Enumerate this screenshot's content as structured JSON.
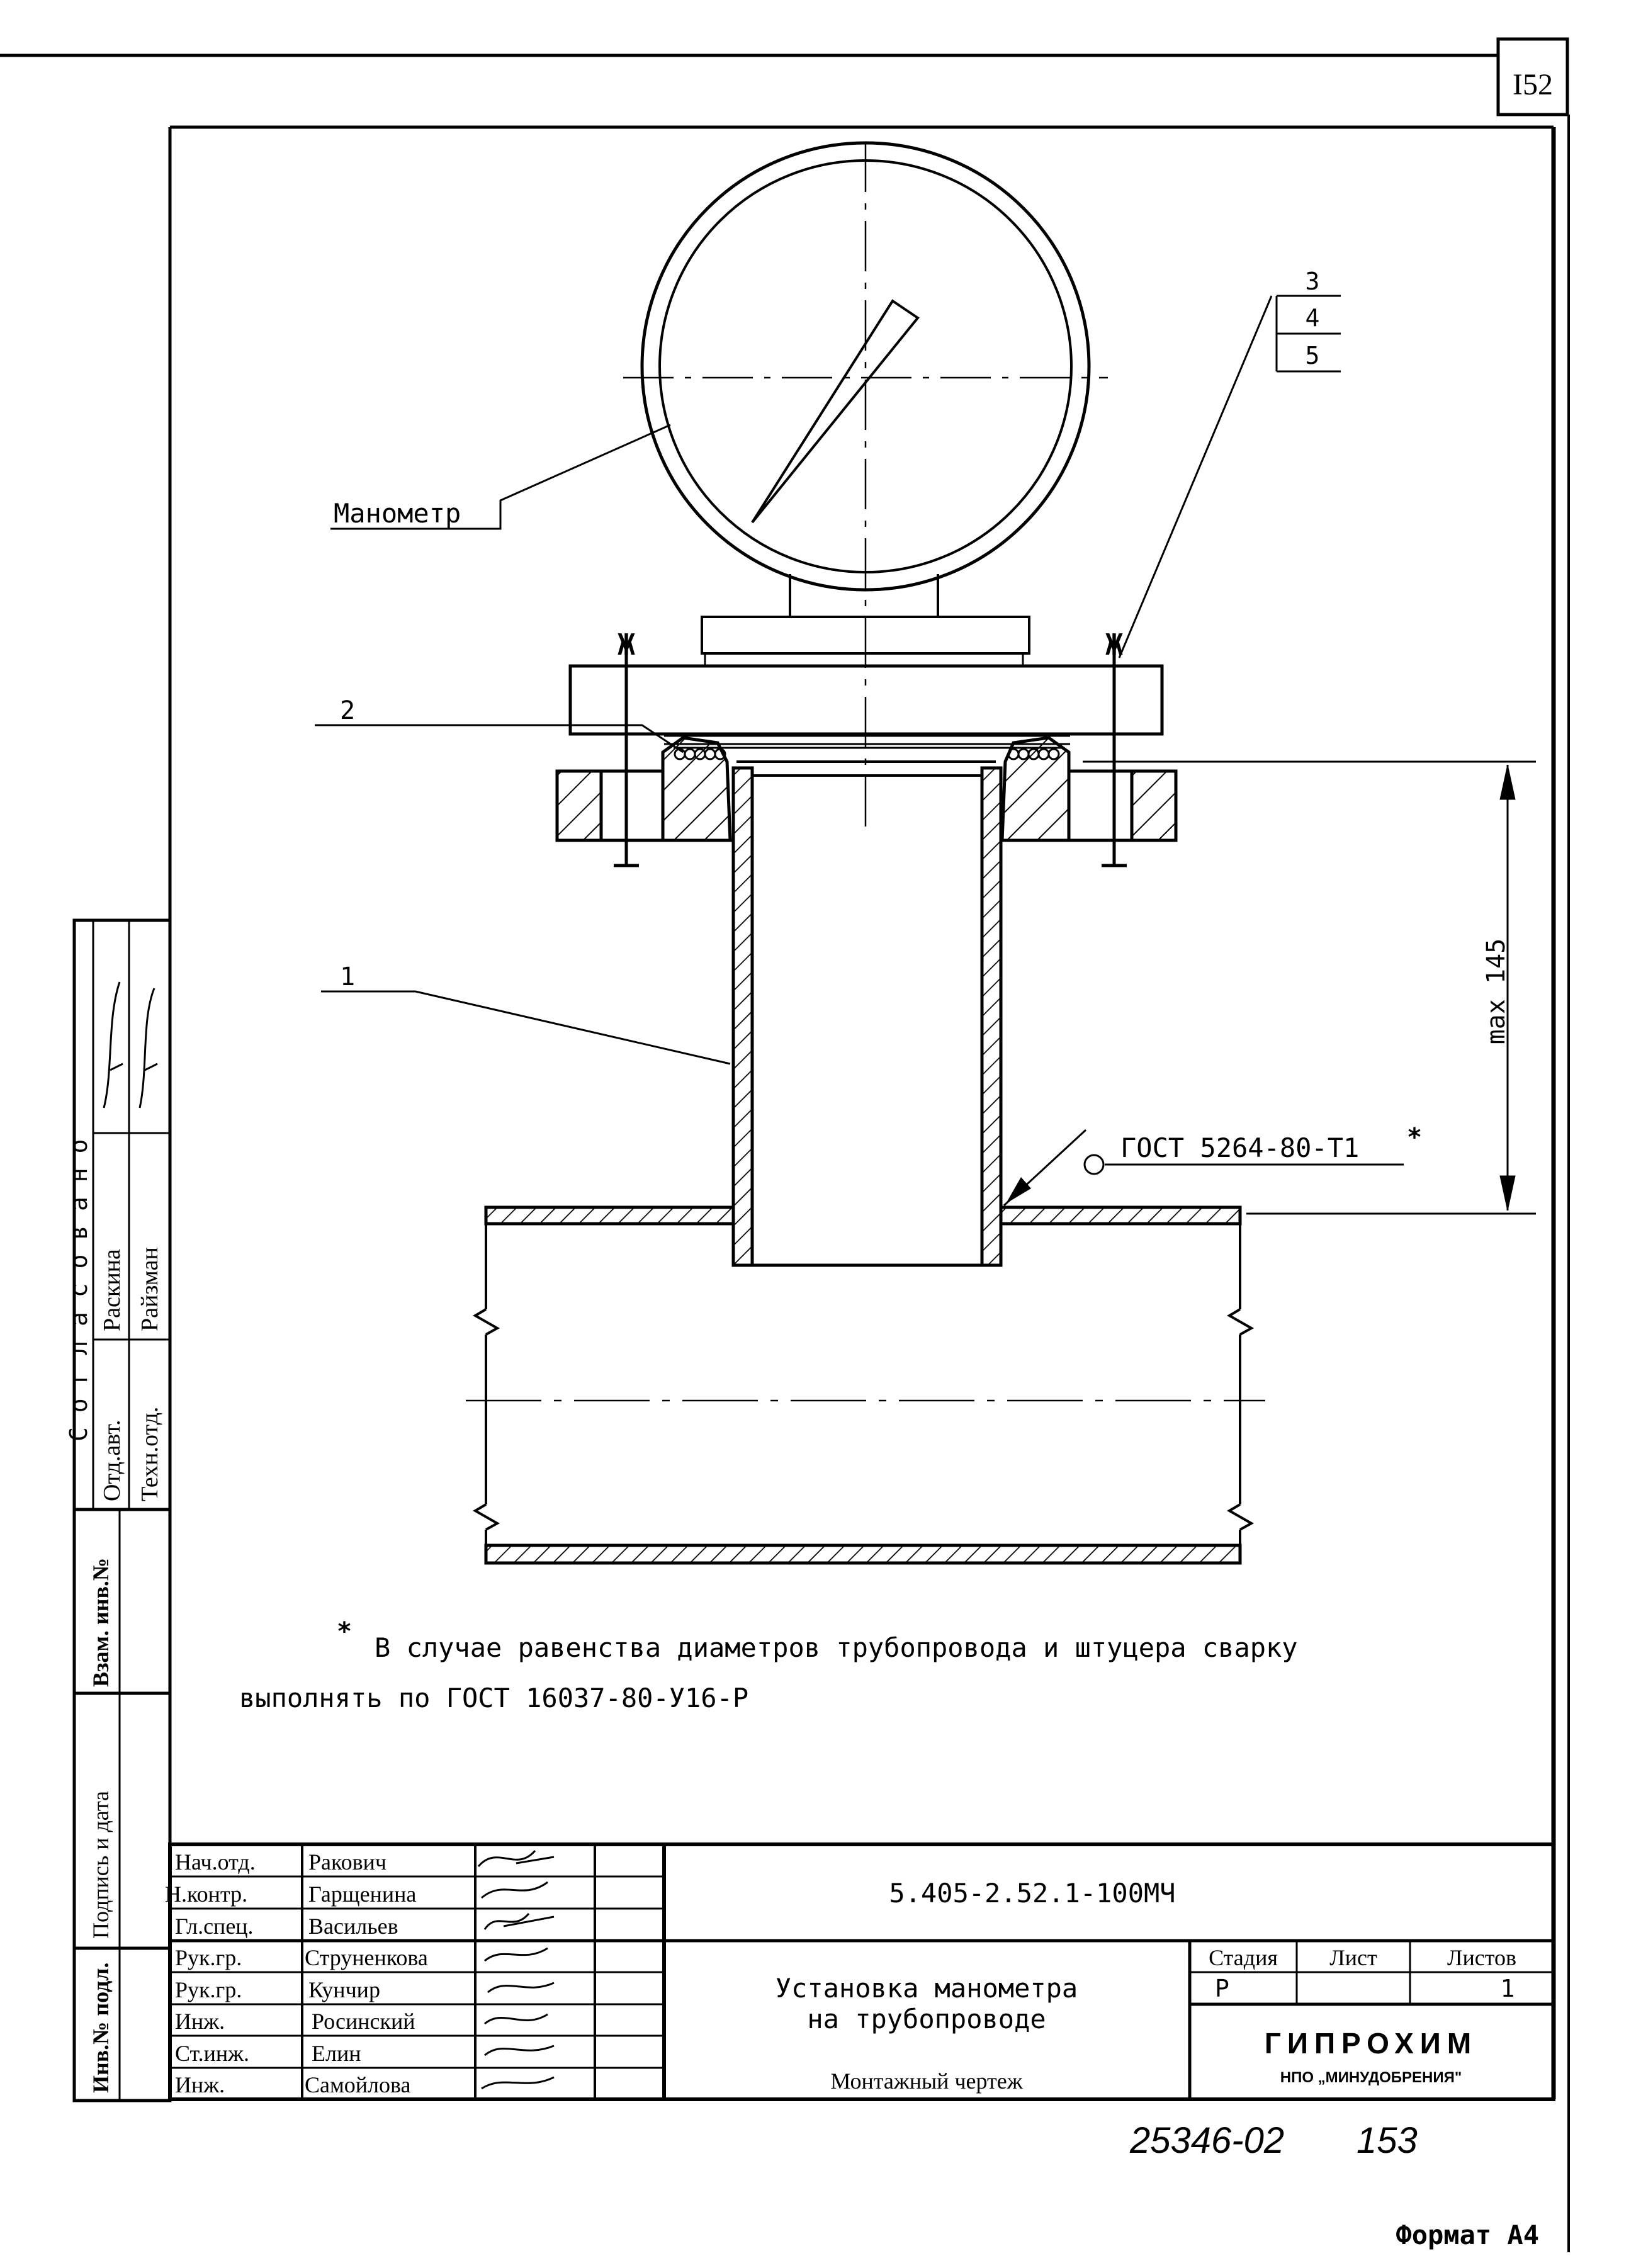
{
  "sheet_number": "I52",
  "labels": {
    "manometer": "Манометр",
    "pos1": "1",
    "pos2": "2",
    "pos3": "3",
    "pos4": "4",
    "pos5": "5",
    "weld_ref": "ГОСТ 5264-80-Т1",
    "weld_star": "*",
    "bolt_mark_left": "Ж",
    "bolt_mark_right": "Ж",
    "dimension": "max 145"
  },
  "note": {
    "star": "*",
    "line1": "В случае равенства диаметров трубопровода и штуцера сварку",
    "line2": "выполнять по ГОСТ 16037-80-У16-Р"
  },
  "side_stamp": {
    "agreed_letters": "С о г л а с о в а н о",
    "col_roles": [
      "Отд.авт.",
      "Техн.отд."
    ],
    "col_names": [
      "Раскина",
      "Райзман"
    ],
    "field_replacement": "Взам. инв.№",
    "field_signature_date": "Подпись и дата",
    "field_inventory": "Инв.№ подл."
  },
  "title_block": {
    "rows": [
      {
        "role": "Нач.отд.",
        "name": "Ракович"
      },
      {
        "role": "Н.контр.",
        "name": "Гарщенина"
      },
      {
        "role": "Гл.спец.",
        "name": "Васильев"
      },
      {
        "role": "Рук.гр.",
        "name": "Струненкова"
      },
      {
        "role": "Рук.гр.",
        "name": "Кунчир"
      },
      {
        "role": "Инж.",
        "name": "Росинский"
      },
      {
        "role": "Ст.инж.",
        "name": "Елин"
      },
      {
        "role": "Инж.",
        "name": "Самойлова"
      }
    ],
    "doc_code": "5.405-2.52.1-100МЧ",
    "title_line1": "Установка манометра",
    "title_line2": "на трубопроводе",
    "drawing_type": "Монтажный чертеж",
    "stage_header": "Стадия",
    "sheet_header": "Лист",
    "sheets_header": "Листов",
    "stage_value": "Р",
    "sheet_value": "",
    "sheets_value": "1",
    "org_name": "ГИПРОХИМ",
    "org_sub": "НПО „МИНУДОБРЕНИЯ\""
  },
  "handwritten_number": "25346-02",
  "handwritten_page": "153",
  "format": "Формат А4"
}
